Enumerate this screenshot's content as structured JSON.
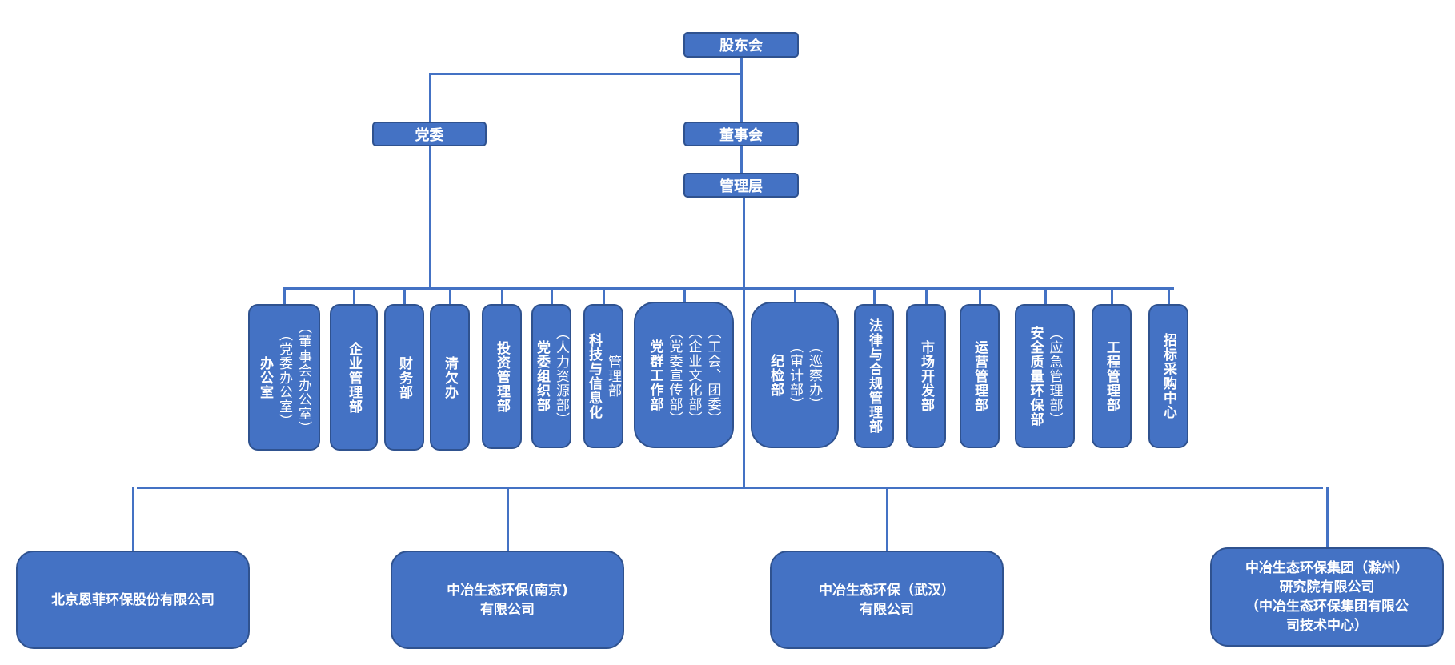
{
  "colors": {
    "box_fill": "#4472C4",
    "box_border": "#2F528F",
    "connector": "#4472C4",
    "text": "#FFFFFF"
  },
  "top": {
    "shareholders": "股东会",
    "party_committee": "党委",
    "board": "董事会",
    "management": "管理层"
  },
  "departments": [
    {
      "main": "办公室",
      "sub": [
        "（董事会办公室）",
        "（党委办公室）"
      ]
    },
    {
      "main": "企业管理部",
      "sub": []
    },
    {
      "main": "财务部",
      "sub": []
    },
    {
      "main": "清欠办",
      "sub": []
    },
    {
      "main": "投资管理部",
      "sub": []
    },
    {
      "main": "党委组织部",
      "sub": [
        "（人力资源部）"
      ]
    },
    {
      "main": "科技与信息化",
      "sub": [
        "管理部"
      ]
    },
    {
      "main": "党群工作部",
      "sub": [
        "（工会、团委）",
        "（企业文化部）",
        "（党委宣传部）"
      ]
    },
    {
      "main": "纪检部",
      "sub": [
        "（巡察办）",
        "（审计部）"
      ]
    },
    {
      "main": "法律与合规管理部",
      "sub": []
    },
    {
      "main": "市场开发部",
      "sub": []
    },
    {
      "main": "运营管理部",
      "sub": []
    },
    {
      "main": "安全质量环保部",
      "sub": [
        "（应急管理部）"
      ]
    },
    {
      "main": "工程管理部",
      "sub": []
    },
    {
      "main": "招标采购中心",
      "sub": []
    }
  ],
  "subsidiaries": [
    "北京恩菲环保股份有限公司",
    "中冶生态环保(南京)\n有限公司",
    "中冶生态环保（武汉）\n有限公司",
    "中冶生态环保集团（滁州）\n研究院有限公司\n（中冶生态环保集团有限公\n司技术中心）"
  ]
}
